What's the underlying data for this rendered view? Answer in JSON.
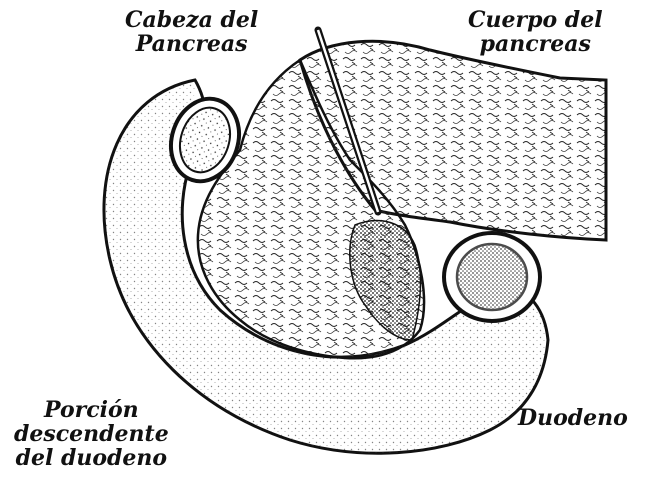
{
  "diagram": {
    "labels": {
      "head": [
        "Cabeza del",
        "Pancreas"
      ],
      "body": [
        "Cuerpo del",
        "pancreas"
      ],
      "descending": [
        "Porción",
        "descendente",
        "del duodeno"
      ],
      "duodenum": [
        "Duodeno"
      ]
    },
    "ink_color": "#111111",
    "paper_color": "#ffffff"
  }
}
